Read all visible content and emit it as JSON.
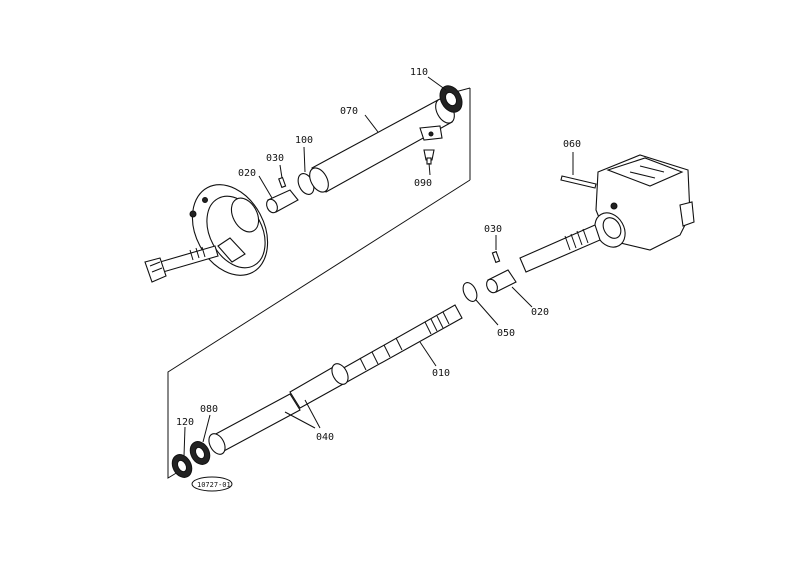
{
  "diagram": {
    "labels": {
      "p110": "110",
      "p070": "070",
      "p100": "100",
      "p030a": "030",
      "p020a": "020",
      "p090": "090",
      "p060": "060",
      "p030b": "030",
      "p020b": "020",
      "p050": "050",
      "p010": "010",
      "p040": "040",
      "p080": "080",
      "p120": "120"
    },
    "stamp": "10727-01"
  }
}
